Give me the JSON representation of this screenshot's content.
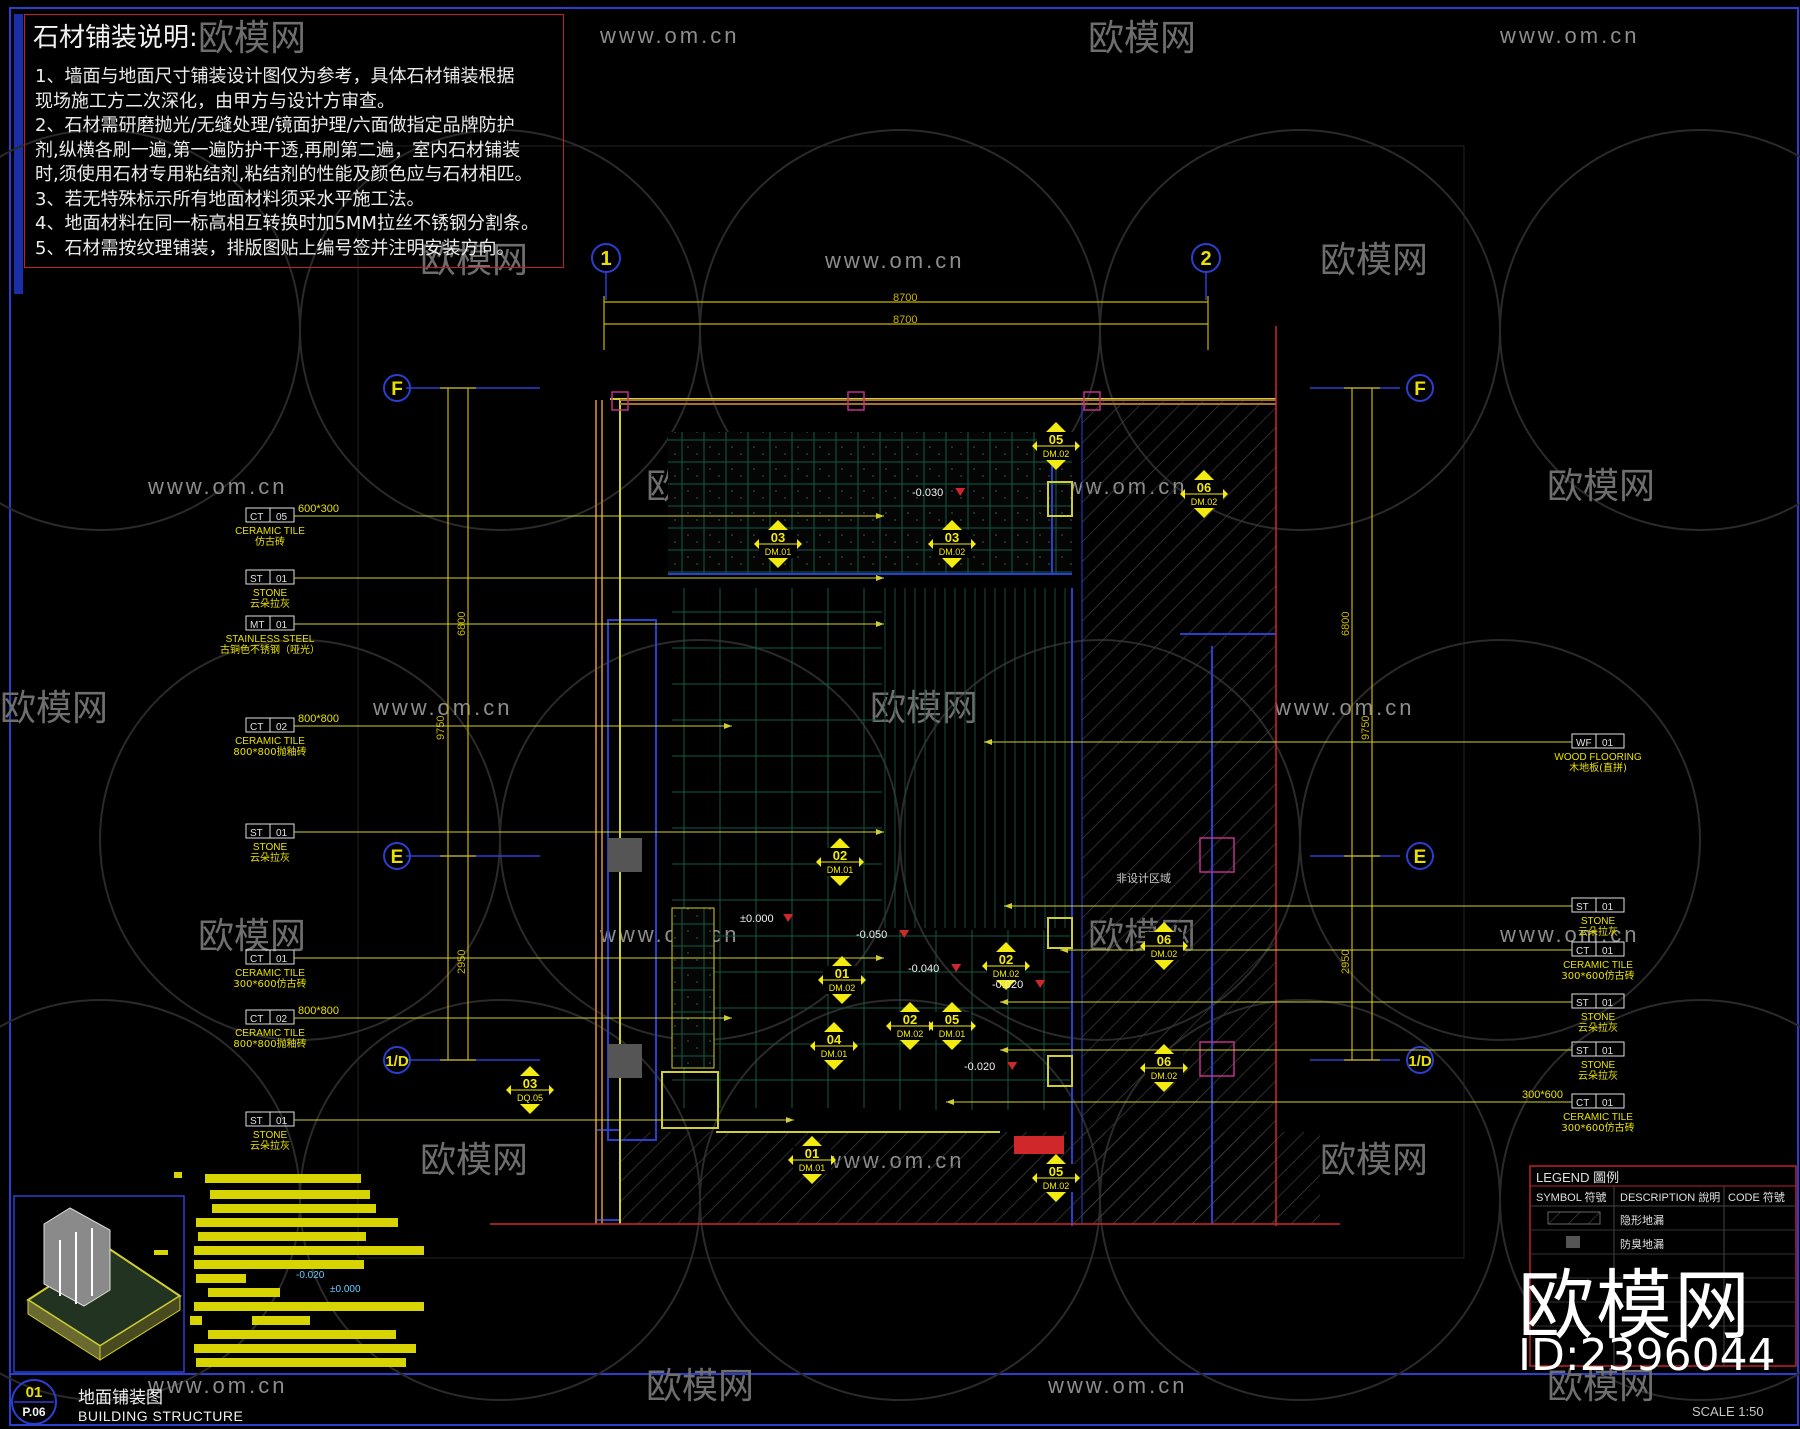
{
  "notes": {
    "title": "石材铺装说明:",
    "lines": [
      "1、墙面与地面尺寸铺装设计图仅为参考，具体石材铺装根据",
      "现场施工方二次深化，由甲方与设计方审查。",
      "2、石材需研磨抛光/无缝处理/镜面护理/六面做指定品牌防护",
      "剂,纵横各刷一遍,第一遍防护干透,再刷第二遍，室内石材铺装",
      "时,须使用石材专用粘结剂,粘结剂的性能及颜色应与石材相匹。",
      "3、若无特殊标示所有地面材料须采水平施工法。",
      "4、地面材料在同一标高相互转换时加5MM拉丝不锈钢分割条。",
      "5、石材需按纹理铺装，排版图贴上编号签并注明安装方向。"
    ]
  },
  "watermark": {
    "url": "www.om.cn",
    "brand": "欧模网"
  },
  "grid": {
    "top_labels": [
      "1",
      "2"
    ],
    "side_labels": [
      "F",
      "E",
      "1/D"
    ],
    "dims_top": [
      "8700",
      "8700"
    ],
    "dims_left": [
      "6800",
      "9750",
      "2950"
    ],
    "dims_right": [
      "6800",
      "9750",
      "2950"
    ]
  },
  "materials_left": [
    {
      "code": "CT",
      "num": "05",
      "name": "CERAMIC TILE",
      "cn": "仿古砖",
      "size": "600*300"
    },
    {
      "code": "ST",
      "num": "01",
      "name": "STONE",
      "cn": "云朵拉灰",
      "size": ""
    },
    {
      "code": "MT",
      "num": "01",
      "name": "STAINLESS STEEL",
      "cn": "古铜色不锈钢（哑光）",
      "size": ""
    },
    {
      "code": "CT",
      "num": "02",
      "name": "CERAMIC TILE",
      "cn": "800*800抛釉砖",
      "size": "800*800"
    },
    {
      "code": "ST",
      "num": "01",
      "name": "STONE",
      "cn": "云朵拉灰",
      "size": ""
    },
    {
      "code": "CT",
      "num": "01",
      "name": "CERAMIC TILE",
      "cn": "300*600仿古砖",
      "size": ""
    },
    {
      "code": "CT",
      "num": "02",
      "name": "CERAMIC TILE",
      "cn": "800*800抛釉砖",
      "size": "800*800"
    },
    {
      "code": "ST",
      "num": "01",
      "name": "STONE",
      "cn": "云朵拉灰",
      "size": ""
    }
  ],
  "materials_right": [
    {
      "code": "WF",
      "num": "01",
      "name": "WOOD FLOORING",
      "cn": "木地板(直拼)",
      "size": ""
    },
    {
      "code": "ST",
      "num": "01",
      "name": "STONE",
      "cn": "云朵拉灰",
      "size": ""
    },
    {
      "code": "CT",
      "num": "01",
      "name": "CERAMIC TILE",
      "cn": "300*600仿古砖",
      "size": ""
    },
    {
      "code": "ST",
      "num": "01",
      "name": "STONE",
      "cn": "云朵拉灰",
      "size": ""
    },
    {
      "code": "ST",
      "num": "01",
      "name": "STONE",
      "cn": "云朵拉灰",
      "size": ""
    },
    {
      "code": "CT",
      "num": "01",
      "name": "CERAMIC TILE",
      "cn": "300*600仿古砖",
      "size": "300*600"
    }
  ],
  "detail_tags": [
    {
      "num": "05",
      "ref": "DM.02"
    },
    {
      "num": "06",
      "ref": "DM.02"
    },
    {
      "num": "03",
      "ref": "DM.01"
    },
    {
      "num": "03",
      "ref": "DM.02"
    },
    {
      "num": "02",
      "ref": "DM.01"
    },
    {
      "num": "01",
      "ref": "DM.02"
    },
    {
      "num": "02",
      "ref": "DM.02"
    },
    {
      "num": "06",
      "ref": "DM.02"
    },
    {
      "num": "02",
      "ref": "DM.02"
    },
    {
      "num": "05",
      "ref": "DM.01"
    },
    {
      "num": "04",
      "ref": "DM.01"
    },
    {
      "num": "06",
      "ref": "DM.02"
    },
    {
      "num": "03",
      "ref": "DQ.05"
    },
    {
      "num": "01",
      "ref": "DM.01"
    },
    {
      "num": "05",
      "ref": "DM.02"
    }
  ],
  "levels": [
    "-0.030",
    "±0.000",
    "-0.050",
    "-0.040",
    "-0.020",
    "-0.020"
  ],
  "non_design_area": "非设计区域",
  "iso_levels": [
    "-0.020",
    "±0.000"
  ],
  "legend": {
    "title": "LEGEND 圖例",
    "headers": [
      "SYMBOL 符號",
      "DESCRIPTION 說明",
      "CODE 符號"
    ],
    "rows": [
      "隐形地漏",
      "防臭地漏"
    ]
  },
  "title_block": {
    "no": "01",
    "sheet": "P.06",
    "cn": "地面铺装图",
    "en": "BUILDING STRUCTURE",
    "scale": "SCALE  1:50"
  },
  "brand": {
    "name": "欧模网",
    "id": "ID:2396044"
  },
  "colors": {
    "background": "#000000",
    "frame": "#2a3fd0",
    "wall": "#cfcf30",
    "dim": "#c8b400",
    "tag": "#f2ea10",
    "watermark": "#9a9a9a",
    "red": "#d0282a"
  }
}
